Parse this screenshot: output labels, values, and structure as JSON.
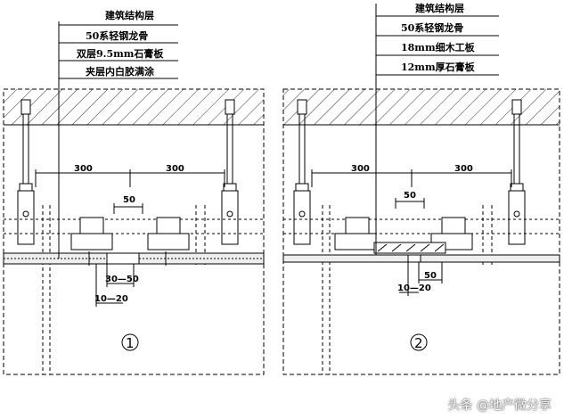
{
  "diagram1": {
    "layer_labels": [
      "建筑结构层",
      "50系轻钢龙骨",
      "双层9.5mm石膏板",
      "夹层内白胶满涂"
    ],
    "dim_spacing_left": "300",
    "dim_spacing_right": "300",
    "dim_joint": "50",
    "dim_gap_a": "30—50",
    "dim_gap_b": "10—20",
    "number": "1"
  },
  "diagram2": {
    "layer_labels": [
      "建筑结构层",
      "50系轻钢龙骨",
      "18mm细木工板",
      "12mm厚石膏板"
    ],
    "dim_spacing_left": "300",
    "dim_spacing_right": "300",
    "dim_joint": "50",
    "dim_lower": "50",
    "dim_gap_b": "10—20",
    "number": "2"
  },
  "watermark": "头条 @地产微分享"
}
